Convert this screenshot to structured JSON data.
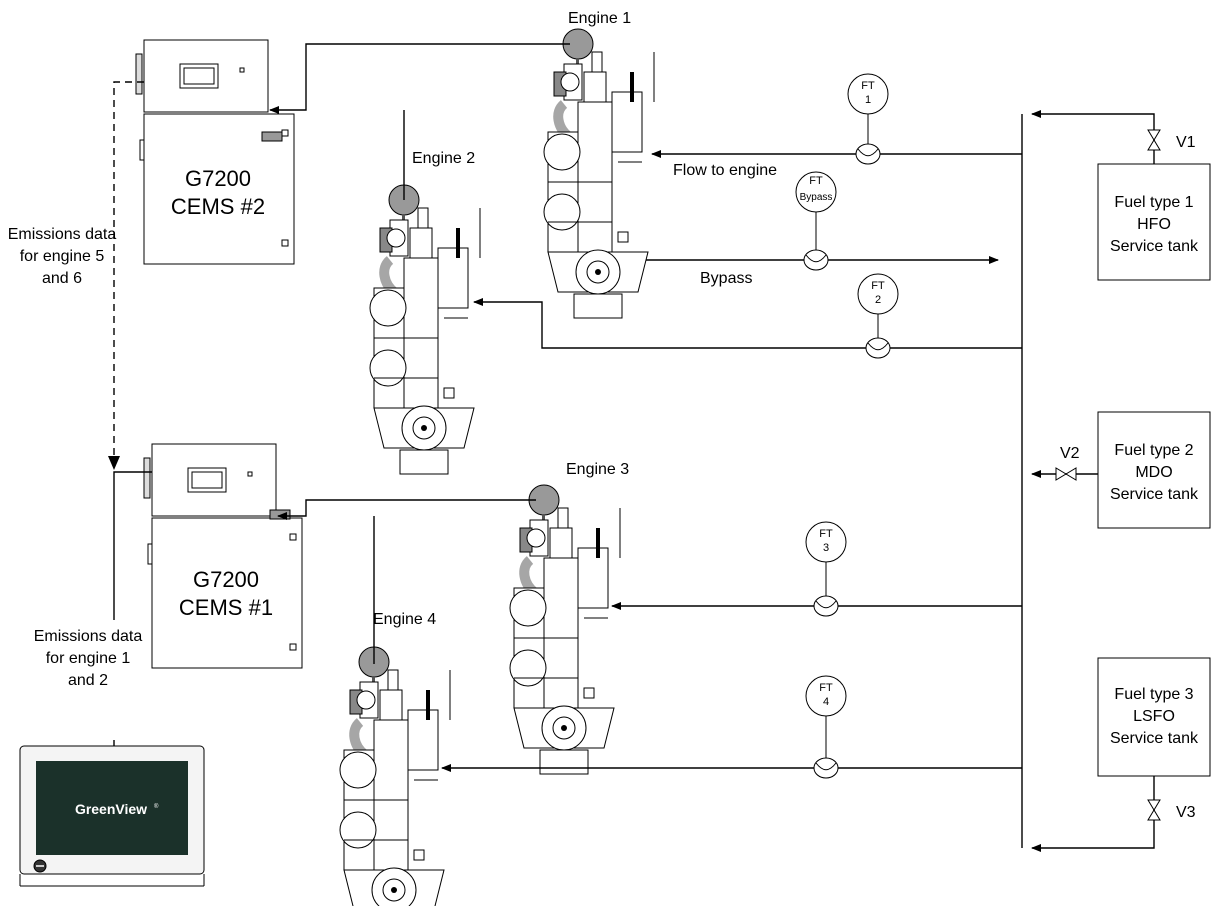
{
  "engines": {
    "engine1": "Engine 1",
    "engine2": "Engine 2",
    "engine3": "Engine 3",
    "engine4": "Engine 4"
  },
  "cems": {
    "cems2": {
      "model": "G7200",
      "id": "CEMS #2"
    },
    "cems1": {
      "model": "G7200",
      "id": "CEMS #1"
    }
  },
  "emissions": {
    "top": [
      "Emissions data",
      "for engine 5",
      "and 6"
    ],
    "bottom": [
      "Emissions data",
      "for engine 1",
      "and 2"
    ]
  },
  "flow": {
    "to_engine": "Flow to engine",
    "bypass": "Bypass"
  },
  "ft": {
    "ft1": [
      "FT",
      "1"
    ],
    "ft2": [
      "FT",
      "2"
    ],
    "ft3": [
      "FT",
      "3"
    ],
    "ft4": [
      "FT",
      "4"
    ],
    "ftb": [
      "FT",
      "Bypass"
    ]
  },
  "tanks": {
    "t1": [
      "Fuel type 1",
      "HFO",
      "Service tank"
    ],
    "t2": [
      "Fuel type 2",
      "MDO",
      "Service tank"
    ],
    "t3": [
      "Fuel type 3",
      "LSFO",
      "Service tank"
    ]
  },
  "valves": {
    "v1": "V1",
    "v2": "V2",
    "v3": "V3"
  },
  "monitor": {
    "brand": "GreenView",
    "mark": "®"
  },
  "colors": {
    "screen": "#1b312a",
    "engine_fill": "#999999",
    "line": "#000000"
  }
}
